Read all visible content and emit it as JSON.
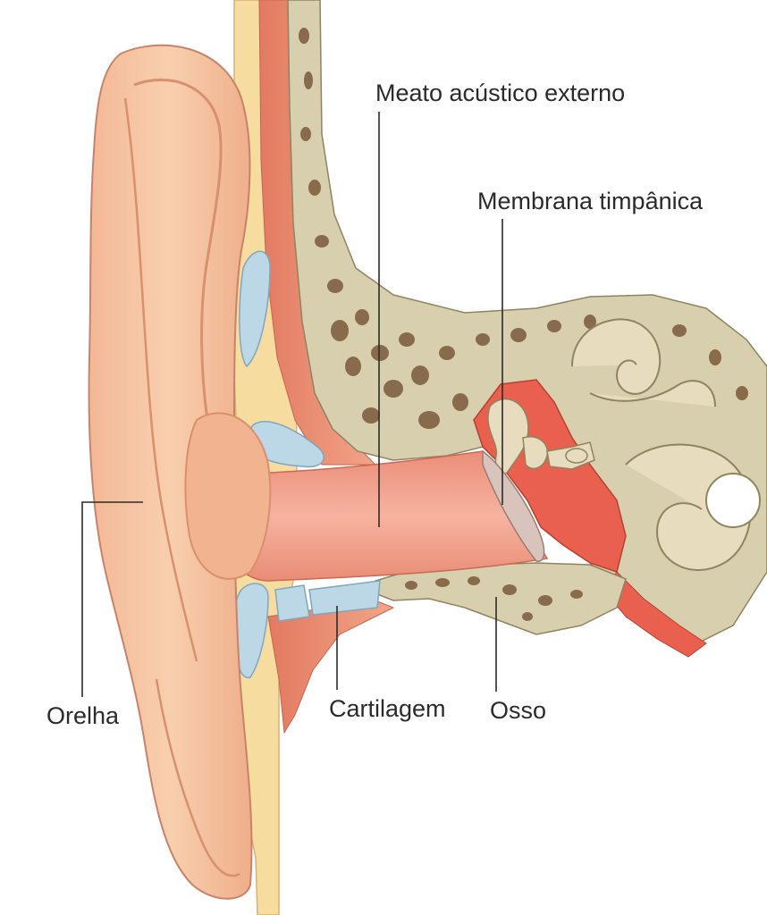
{
  "labels": {
    "meatus": "Meato acústico externo",
    "tympanic": "Membrana timpânica",
    "pinna": "Orelha",
    "cartilage": "Cartilagem",
    "bone": "Osso"
  },
  "colors": {
    "skin": "#f6c3a0",
    "skin_shade": "#e8a27c",
    "skin_outline": "#c9826a",
    "cartilage_tissue": "#f7dca0",
    "cartilage_blue": "#bcd8e6",
    "muscle": "#e98a6e",
    "bone": "#d8cfae",
    "bone_pore": "#7a5a3c",
    "canal": "#f3a791",
    "middle_ear": "#e9604f",
    "membrane": "#d9c3bd",
    "line": "#2b2b2b"
  }
}
